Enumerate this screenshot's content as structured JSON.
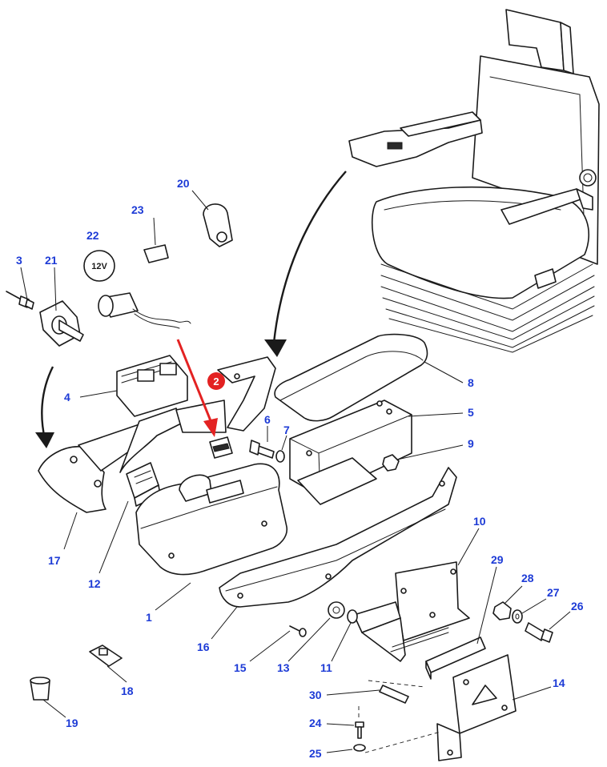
{
  "labels": {
    "n1": "1",
    "n2": "2",
    "n3": "3",
    "n4": "4",
    "n5": "5",
    "n6": "6",
    "n7": "7",
    "n8": "8",
    "n9": "9",
    "n10": "10",
    "n11": "11",
    "n12": "12",
    "n13": "13",
    "n14": "14",
    "n15": "15",
    "n16": "16",
    "n17": "17",
    "n18": "18",
    "n19": "19",
    "n20": "20",
    "n21": "21",
    "n22": "22",
    "n23": "23",
    "n24": "24",
    "n25": "25",
    "n26": "26",
    "n27": "27",
    "n28": "28",
    "n29": "29",
    "n30": "30"
  },
  "highlight": {
    "badge": "2"
  },
  "symbol": {
    "text": "12V"
  },
  "colors": {
    "label": "#1d3bd6",
    "highlight": "#e32222",
    "line": "#1a1a1a"
  }
}
